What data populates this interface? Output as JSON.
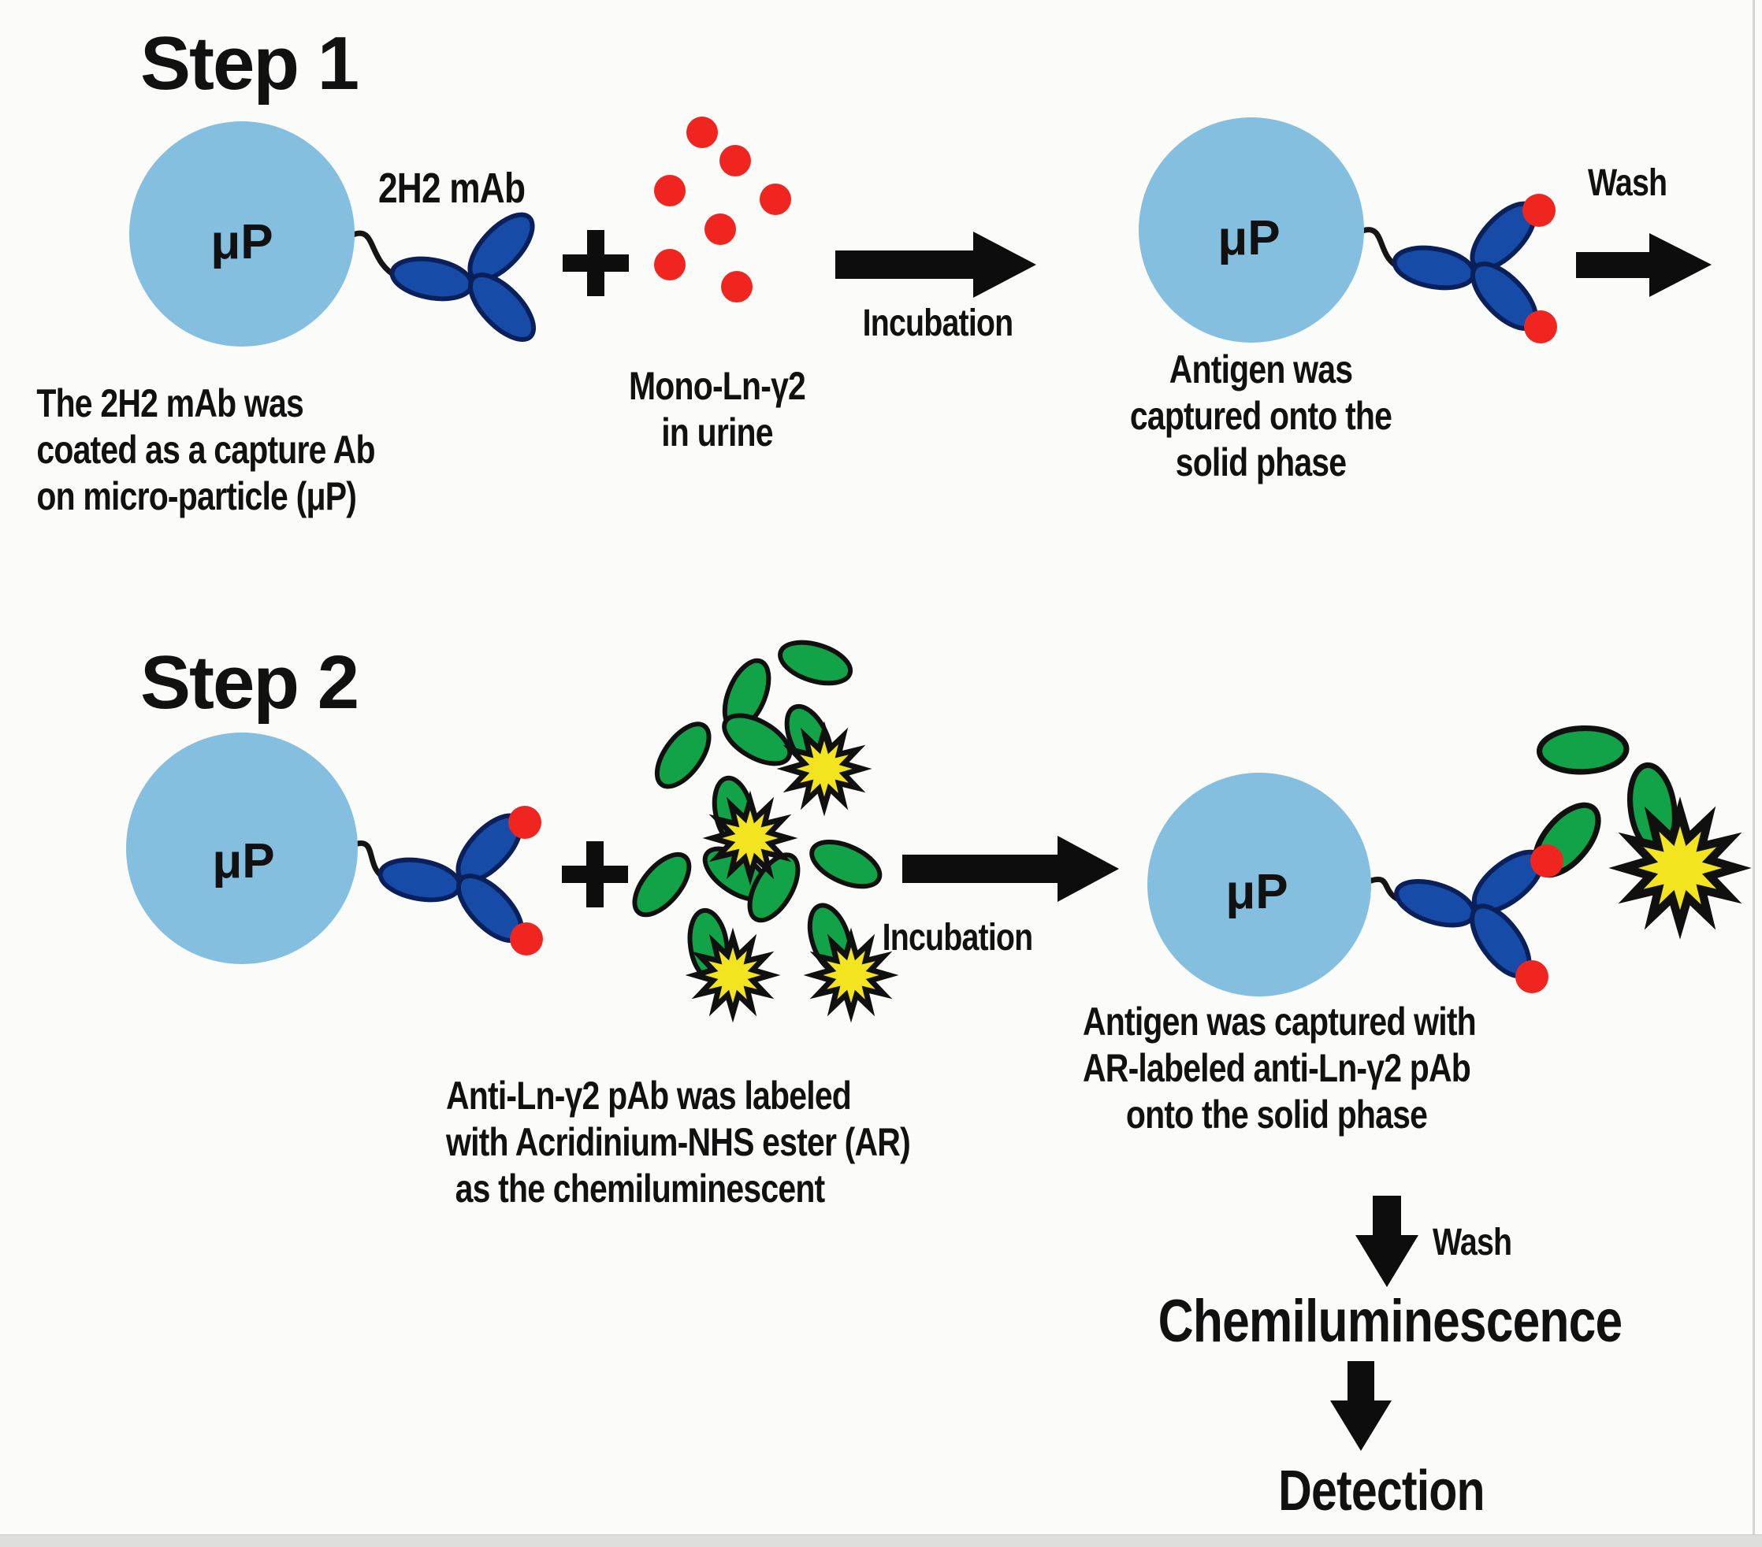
{
  "colors": {
    "background": "#FBFBF9",
    "text": "#111111",
    "particle": "#84BFDF",
    "ab_blue": "#164BA8",
    "ab_blue_dark": "#09205A",
    "ab_green": "#12A348",
    "outline_dark": "#101010",
    "antigen_red": "#F02520",
    "star_yellow": "#F2E41F"
  },
  "step1": {
    "title": "Step 1",
    "particle_label": "μP",
    "antibody_label": "2H2 mAb",
    "plus": "+",
    "antigen_caption": {
      "line1": "Mono-Ln-γ2",
      "line2": "in urine"
    },
    "arrow_label": "Incubation",
    "wash_label": "Wash",
    "particle_caption": [
      "The 2H2 mAb was",
      "coated as a capture Ab",
      "on micro-particle (μP)"
    ],
    "result_caption": [
      "Antigen was",
      "captured onto the",
      "solid phase"
    ]
  },
  "step2": {
    "title": "Step 2",
    "particle_label": "μP",
    "plus": "+",
    "tracer_caption": [
      "Anti-Ln-γ2 pAb was labeled",
      "with Acridinium-NHS ester (AR)",
      "as the chemiluminescent"
    ],
    "arrow_label": "Incubation",
    "result_caption": [
      "Antigen was captured with",
      "AR-labeled anti-Ln-γ2 pAb",
      "onto the solid phase"
    ],
    "wash_label": "Wash",
    "chemiluminescence_label": "Chemiluminescence",
    "detection_label": "Detection"
  }
}
